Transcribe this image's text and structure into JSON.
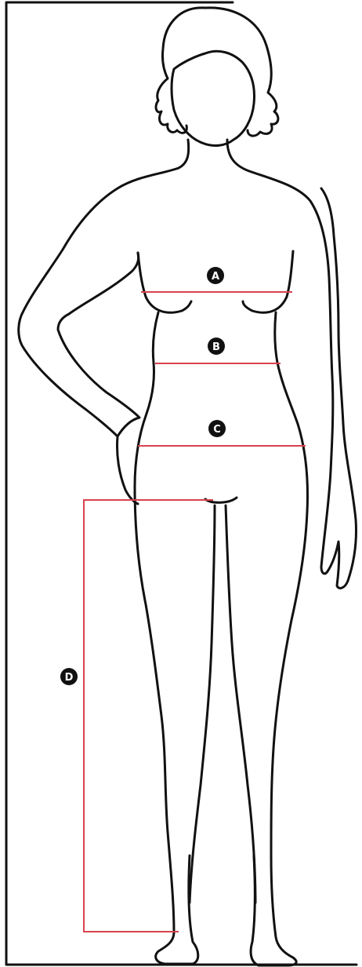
{
  "colors": {
    "outline": "#111111",
    "measure_line": "#d9424e",
    "marker_fill": "#111111",
    "marker_text": "#ffffff",
    "background": "#ffffff"
  },
  "markers": {
    "a": "A",
    "b": "B",
    "c": "C",
    "d": "D"
  }
}
